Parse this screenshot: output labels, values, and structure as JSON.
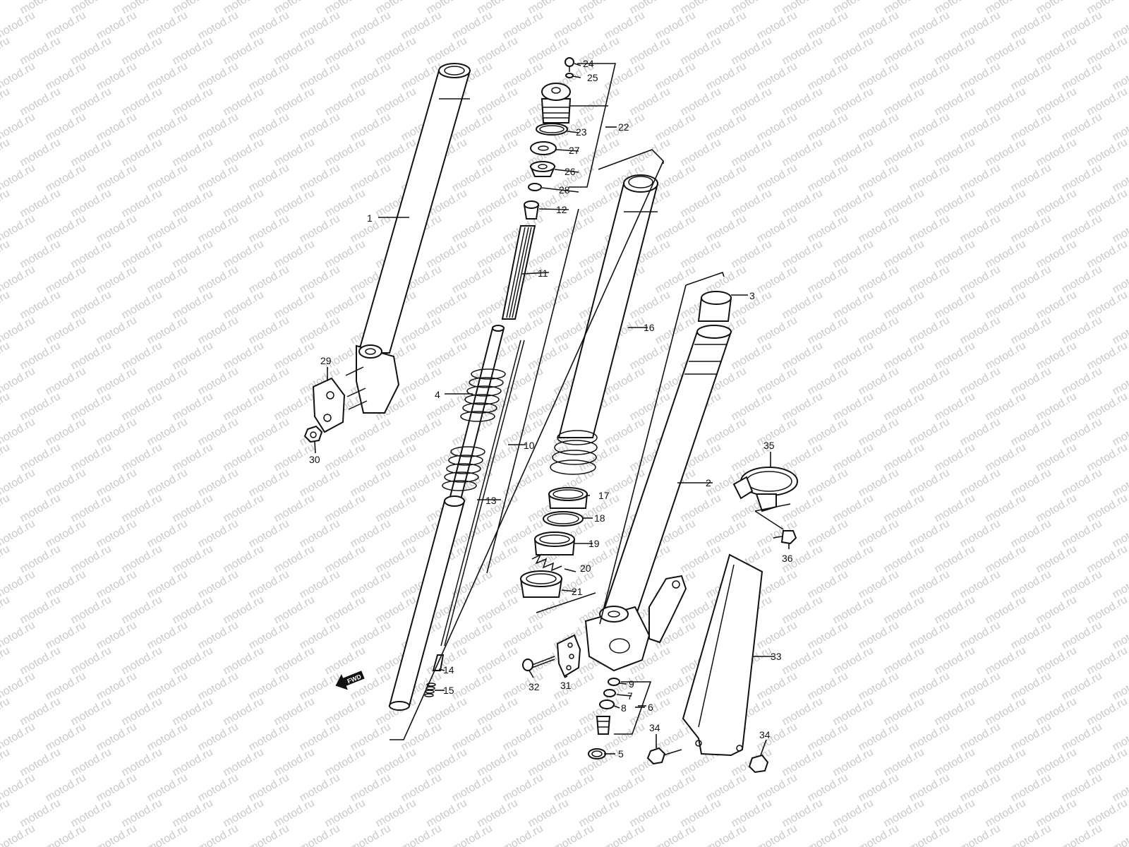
{
  "watermark": "motod.ru",
  "fwd_badge": "FWD",
  "colors": {
    "line": "#111111",
    "watermark": "#c9c9c9",
    "background": "#ffffff"
  },
  "callouts": {
    "c1": "1",
    "c2": "2",
    "c3": "3",
    "c4": "4",
    "c5": "5",
    "c6": "6",
    "c7": "7",
    "c8": "8",
    "c9": "9",
    "c10": "10",
    "c11": "11",
    "c12": "12",
    "c13": "13",
    "c14": "14",
    "c15": "15",
    "c16": "16",
    "c17": "17",
    "c18": "18",
    "c19": "19",
    "c20": "20",
    "c21": "21",
    "c22": "22",
    "c23": "23",
    "c24": "24",
    "c25": "25",
    "c26": "26",
    "c27": "27",
    "c28": "28",
    "c29": "29",
    "c30": "30",
    "c31": "31",
    "c32": "32",
    "c33": "33",
    "c34a": "34",
    "c34b": "34",
    "c35": "35",
    "c36": "36"
  }
}
